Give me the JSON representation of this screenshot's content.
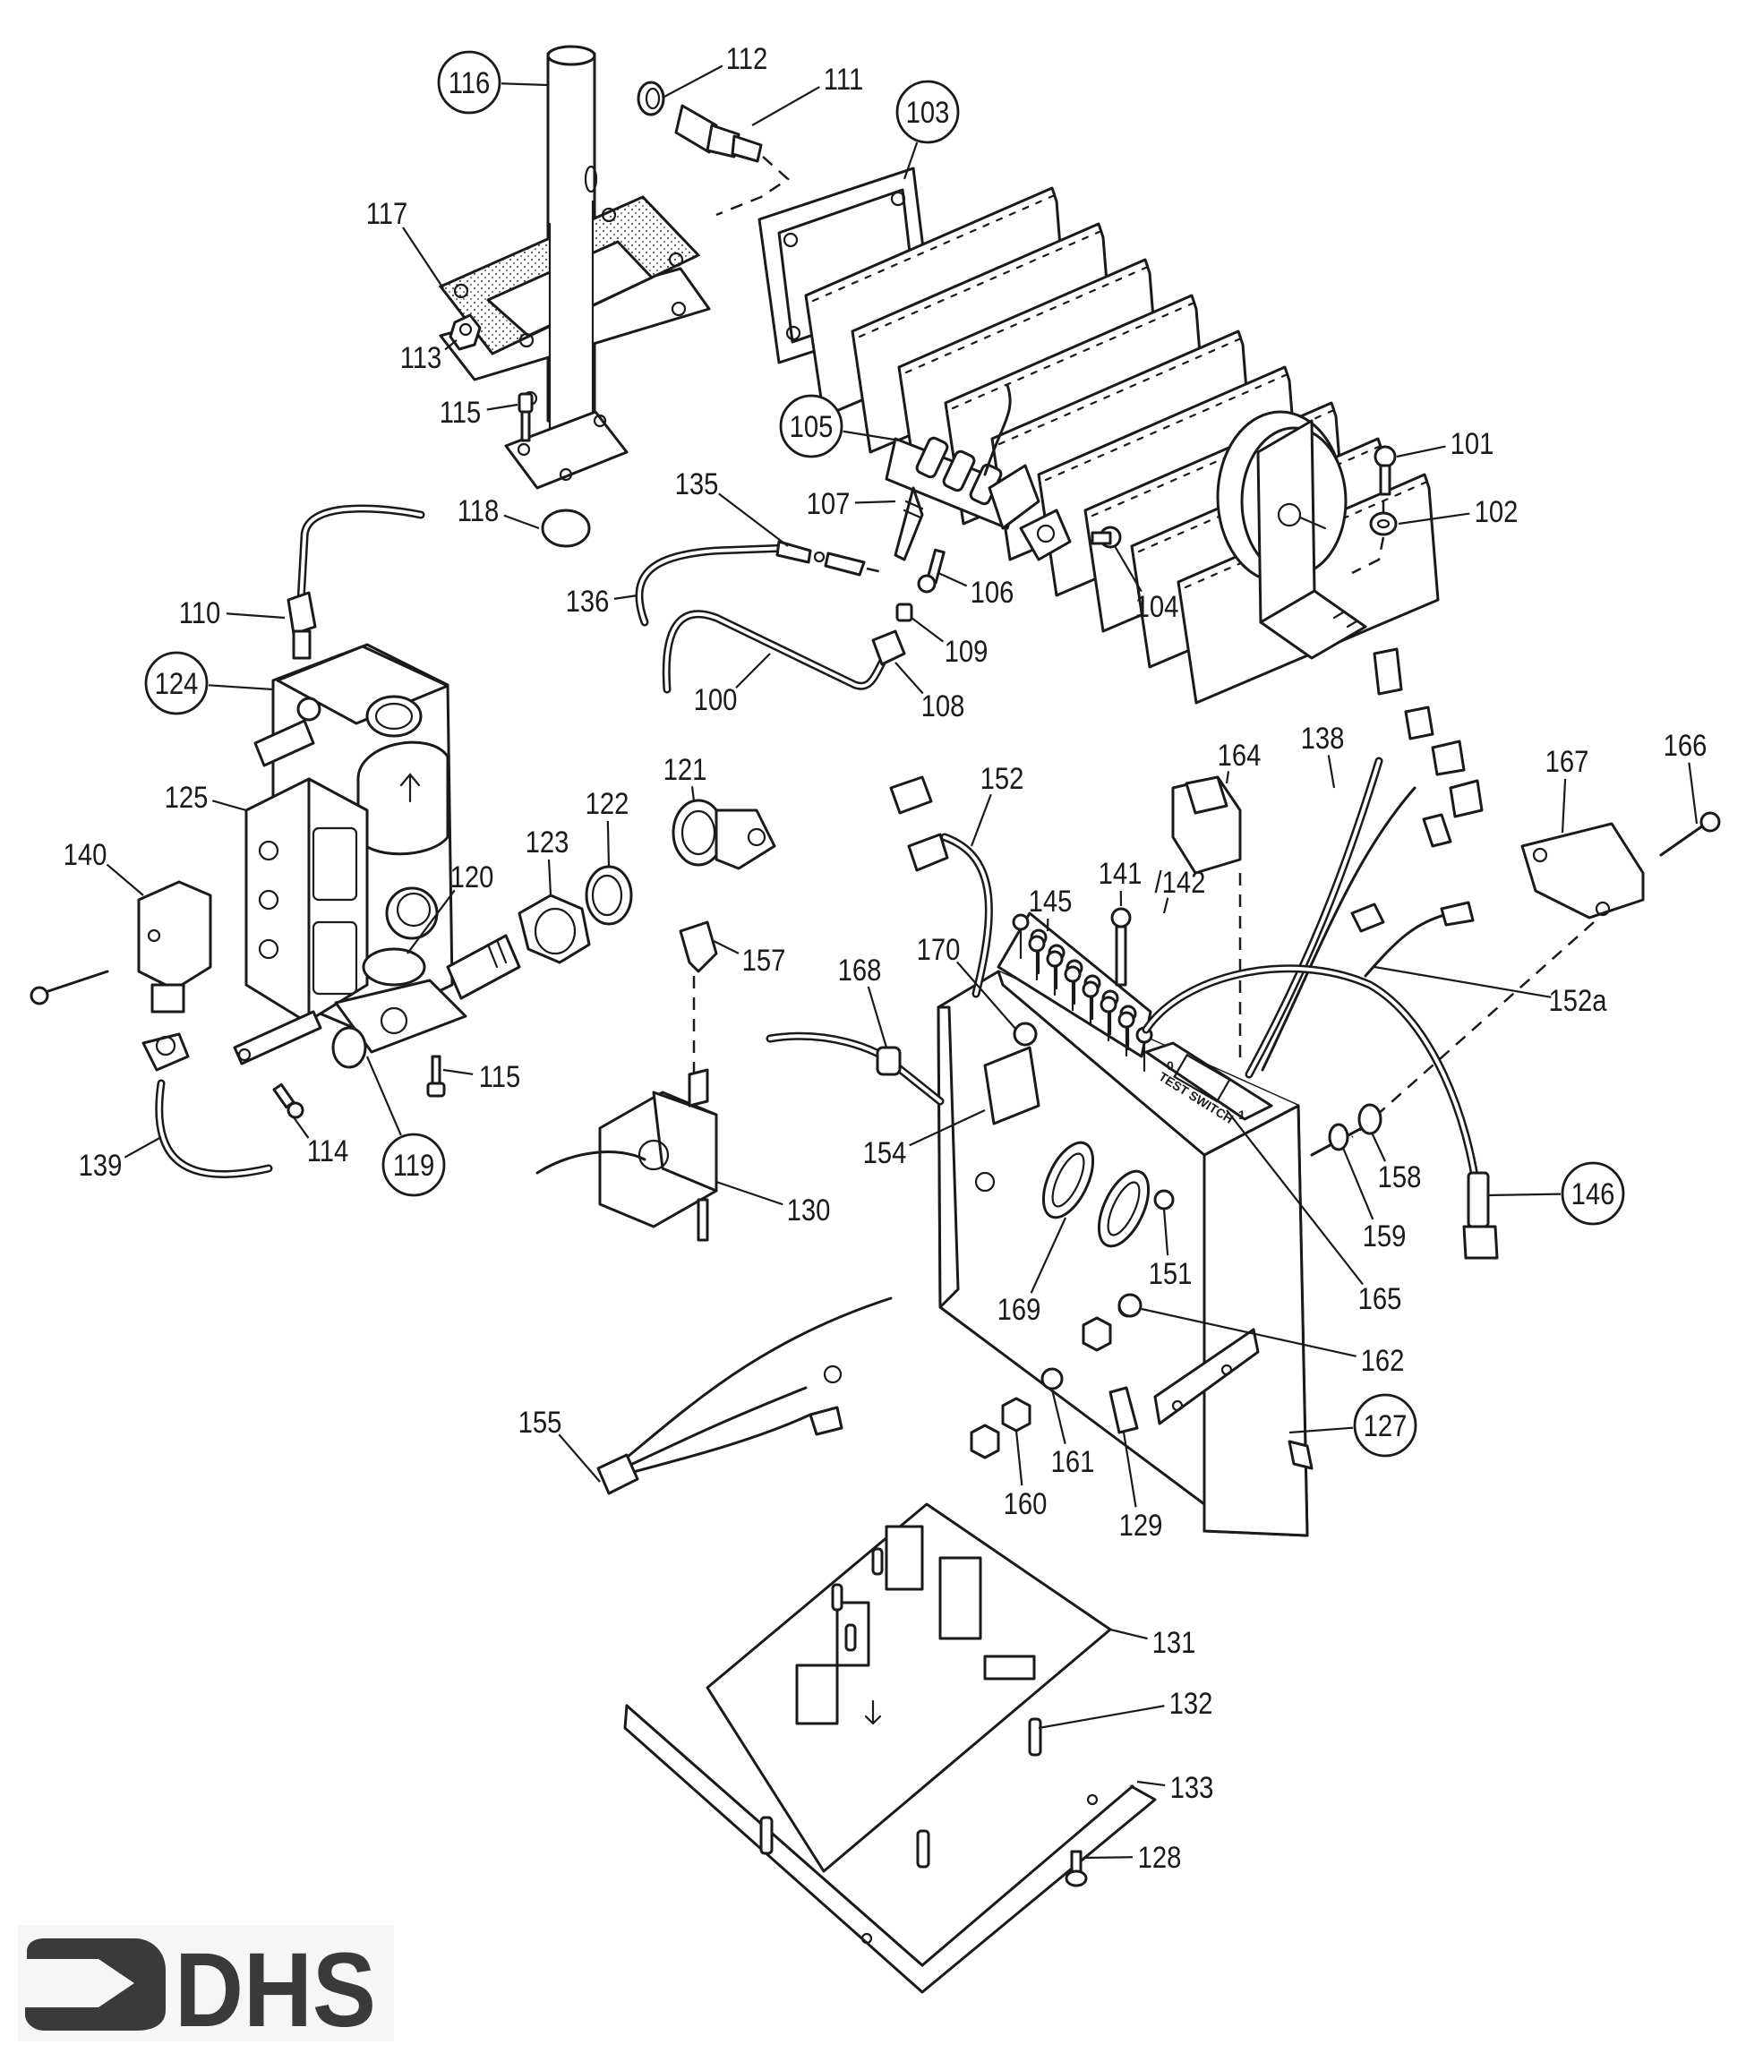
{
  "diagram": {
    "type": "exploded-parts-diagram",
    "colors": {
      "line": "#1a1a1a",
      "background": "#ffffff",
      "logo": "#3a3a3a",
      "logo_background": "#f6f6f6"
    },
    "callouts": [
      {
        "id": "116",
        "circled": true
      },
      {
        "id": "112",
        "circled": false
      },
      {
        "id": "111",
        "circled": false
      },
      {
        "id": "103",
        "circled": true
      },
      {
        "id": "117",
        "circled": false
      },
      {
        "id": "113",
        "circled": false
      },
      {
        "id": "115",
        "circled": false
      },
      {
        "id": "105",
        "circled": true
      },
      {
        "id": "101",
        "circled": false
      },
      {
        "id": "102",
        "circled": false
      },
      {
        "id": "118",
        "circled": false
      },
      {
        "id": "135",
        "circled": false
      },
      {
        "id": "107",
        "circled": false
      },
      {
        "id": "136",
        "circled": false
      },
      {
        "id": "106",
        "circled": false
      },
      {
        "id": "104",
        "circled": false
      },
      {
        "id": "110",
        "circled": false
      },
      {
        "id": "109",
        "circled": false
      },
      {
        "id": "100",
        "circled": false
      },
      {
        "id": "108",
        "circled": false
      },
      {
        "id": "124",
        "circled": true
      },
      {
        "id": "164",
        "circled": false
      },
      {
        "id": "138",
        "circled": false
      },
      {
        "id": "167",
        "circled": false
      },
      {
        "id": "166",
        "circled": false
      },
      {
        "id": "121",
        "circled": false
      },
      {
        "id": "122",
        "circled": false
      },
      {
        "id": "123",
        "circled": false
      },
      {
        "id": "125",
        "circled": false
      },
      {
        "id": "152",
        "circled": false
      },
      {
        "id": "140",
        "circled": false
      },
      {
        "id": "141",
        "circled": false
      },
      {
        "id": "/142",
        "circled": false
      },
      {
        "id": "145",
        "circled": false
      },
      {
        "id": "120",
        "circled": false
      },
      {
        "id": "157",
        "circled": false
      },
      {
        "id": "168",
        "circled": false
      },
      {
        "id": "170",
        "circled": false
      },
      {
        "id": "152a",
        "circled": false
      },
      {
        "id": "115",
        "circled": false
      },
      {
        "id": "154",
        "circled": false
      },
      {
        "id": "158",
        "circled": false
      },
      {
        "id": "146",
        "circled": true
      },
      {
        "id": "114",
        "circled": false
      },
      {
        "id": "119",
        "circled": true
      },
      {
        "id": "139",
        "circled": false
      },
      {
        "id": "130",
        "circled": false
      },
      {
        "id": "159",
        "circled": false
      },
      {
        "id": "151",
        "circled": false
      },
      {
        "id": "169",
        "circled": false
      },
      {
        "id": "165",
        "circled": false
      },
      {
        "id": "162",
        "circled": false
      },
      {
        "id": "155",
        "circled": false
      },
      {
        "id": "127",
        "circled": true
      },
      {
        "id": "161",
        "circled": false
      },
      {
        "id": "160",
        "circled": false
      },
      {
        "id": "129",
        "circled": false
      },
      {
        "id": "131",
        "circled": false
      },
      {
        "id": "132",
        "circled": false
      },
      {
        "id": "133",
        "circled": false
      },
      {
        "id": "128",
        "circled": false
      }
    ],
    "test_switch": {
      "label": "TEST SWITCH",
      "off_mark": "0",
      "on_mark": "1"
    },
    "logo": {
      "text": "DHS",
      "icon": "arrow-bracket-icon"
    }
  }
}
